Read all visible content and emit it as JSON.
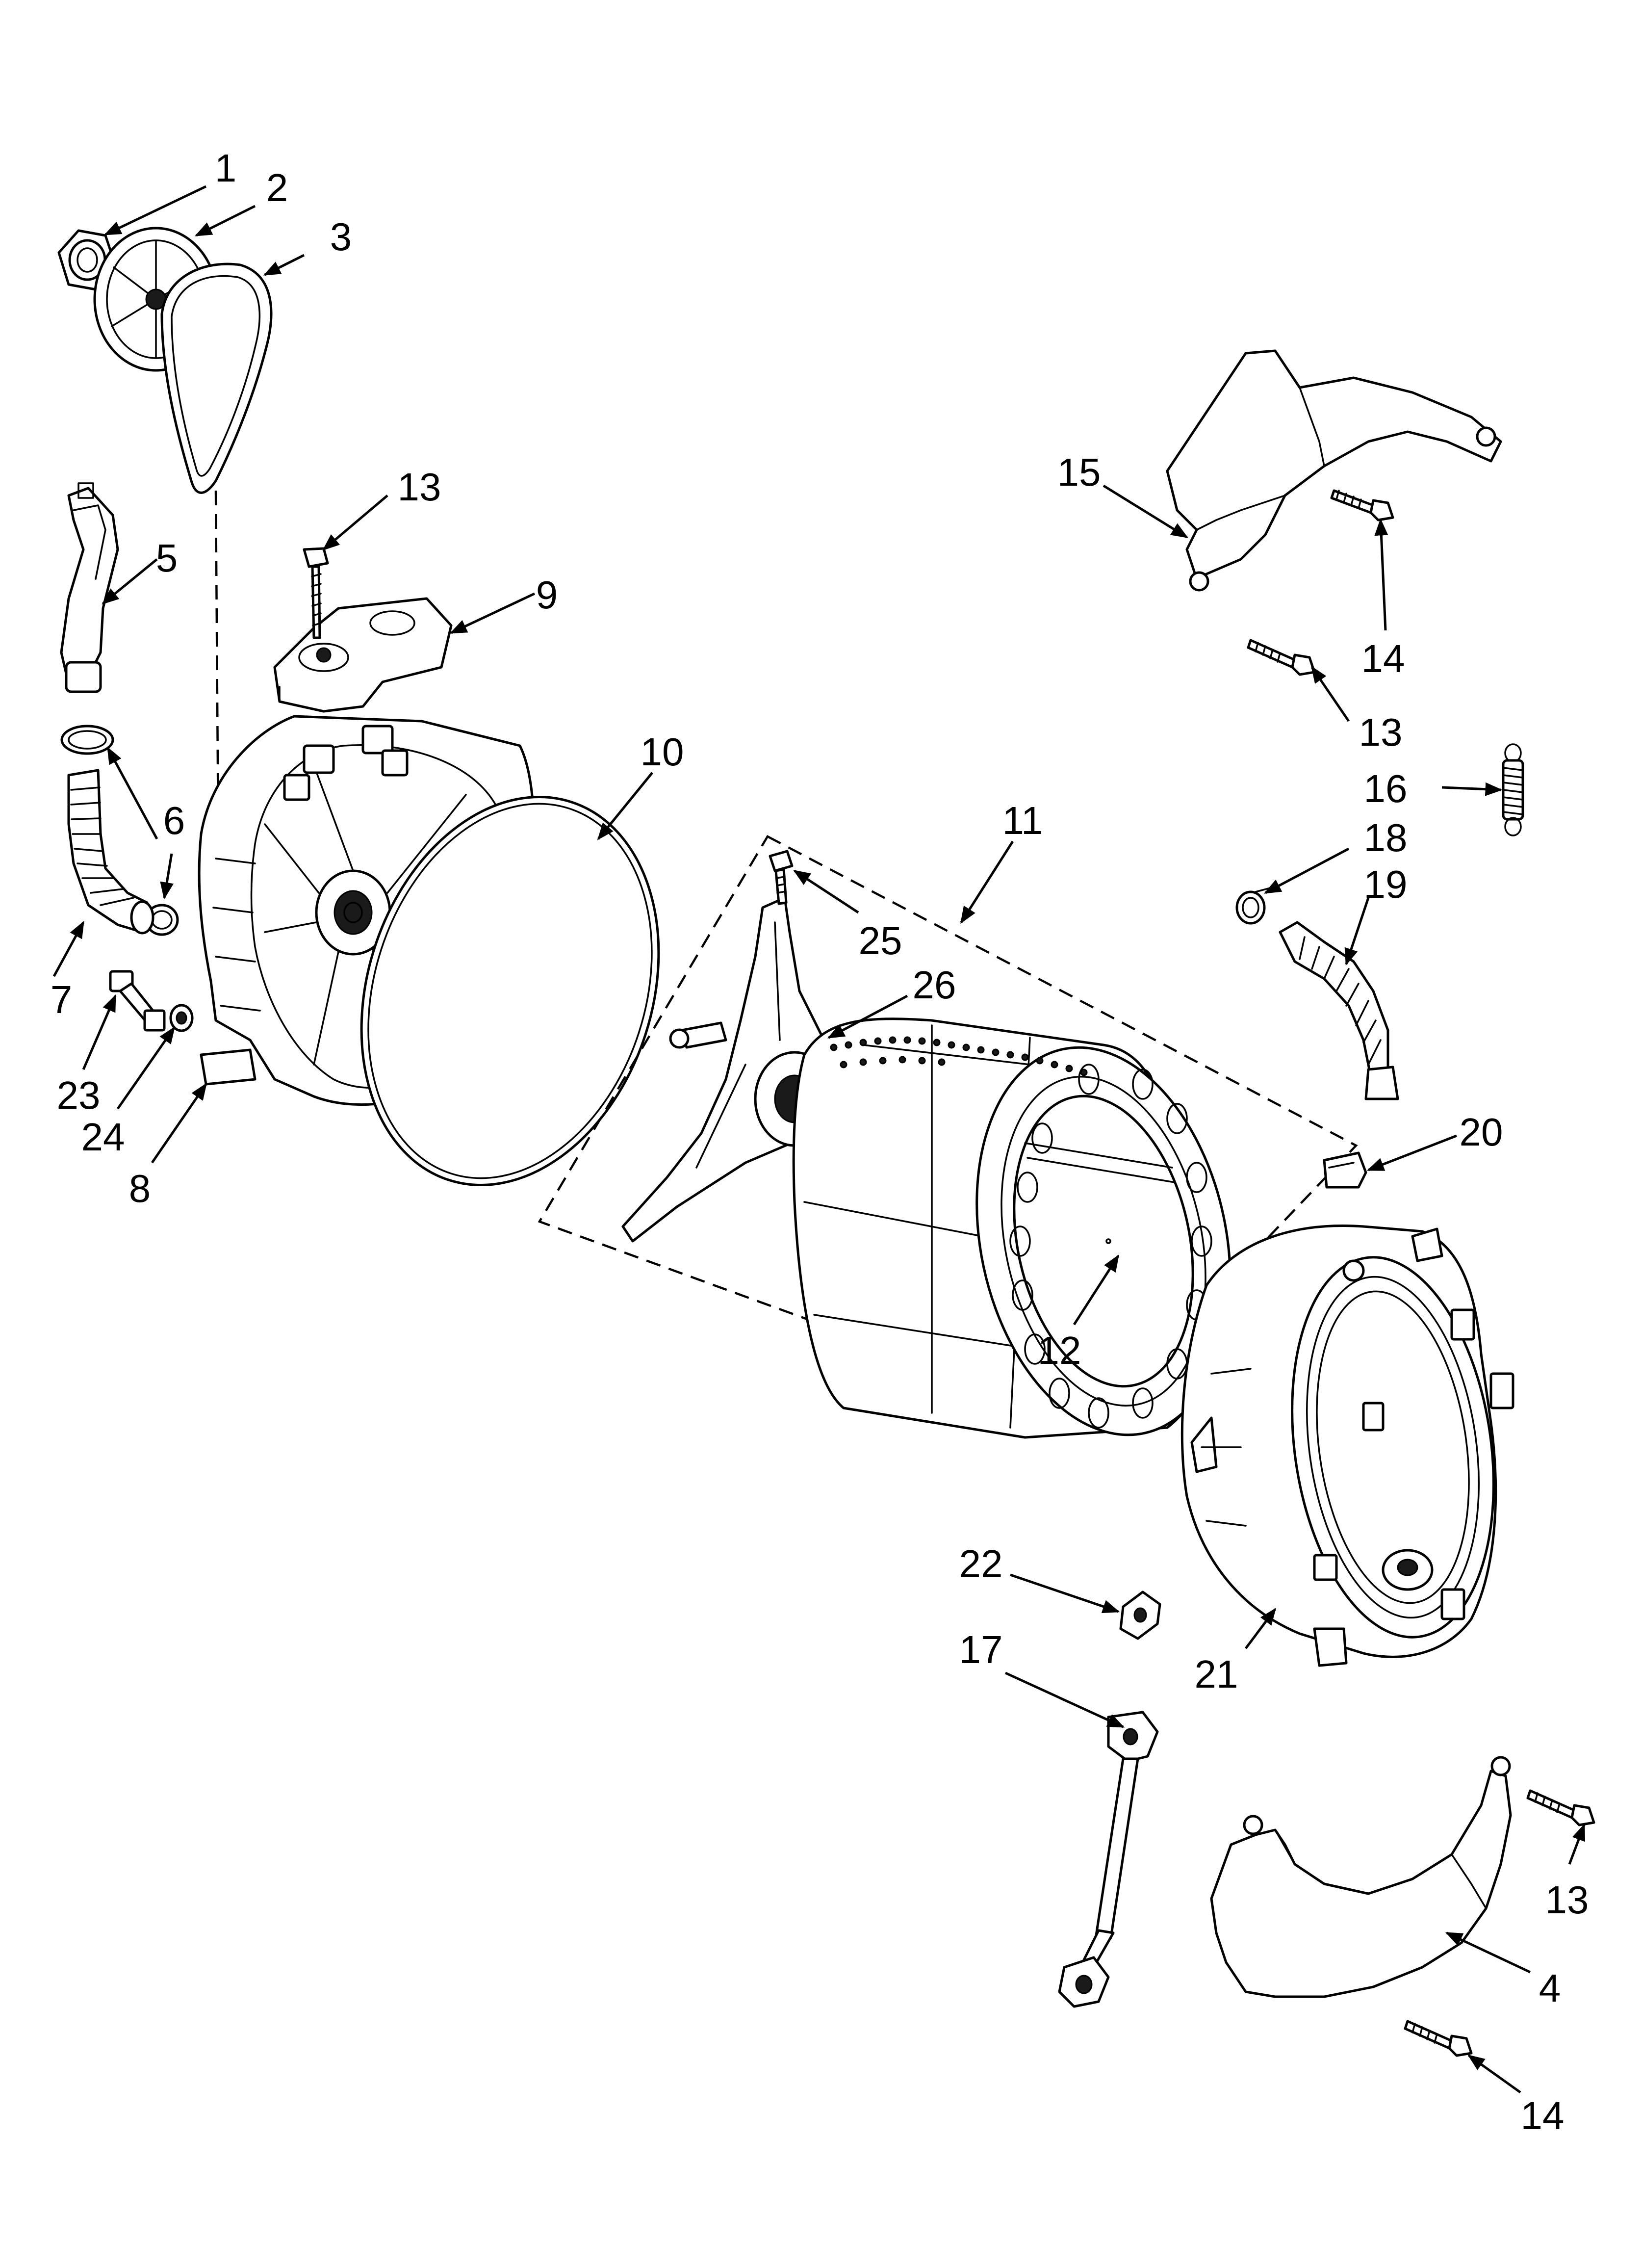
{
  "colors": {
    "line": "#000000",
    "background": "#ffffff",
    "shade": "#f2f2f2"
  },
  "callouts": [
    {
      "id": "c1",
      "label": "1"
    },
    {
      "id": "c2",
      "label": "2"
    },
    {
      "id": "c3",
      "label": "3"
    },
    {
      "id": "c4",
      "label": "4"
    },
    {
      "id": "c5",
      "label": "5"
    },
    {
      "id": "c6",
      "label": "6"
    },
    {
      "id": "c7",
      "label": "7"
    },
    {
      "id": "c8",
      "label": "8"
    },
    {
      "id": "c9",
      "label": "9"
    },
    {
      "id": "c10",
      "label": "10"
    },
    {
      "id": "c11",
      "label": "11"
    },
    {
      "id": "c12",
      "label": "12"
    },
    {
      "id": "c13a",
      "label": "13"
    },
    {
      "id": "c13b",
      "label": "13"
    },
    {
      "id": "c13c",
      "label": "13"
    },
    {
      "id": "c14a",
      "label": "14"
    },
    {
      "id": "c14b",
      "label": "14"
    },
    {
      "id": "c15",
      "label": "15"
    },
    {
      "id": "c16",
      "label": "16"
    },
    {
      "id": "c17",
      "label": "17"
    },
    {
      "id": "c18",
      "label": "18"
    },
    {
      "id": "c19",
      "label": "19"
    },
    {
      "id": "c20",
      "label": "20"
    },
    {
      "id": "c21",
      "label": "21"
    },
    {
      "id": "c22",
      "label": "22"
    },
    {
      "id": "c23",
      "label": "23"
    },
    {
      "id": "c24",
      "label": "24"
    },
    {
      "id": "c25",
      "label": "25"
    },
    {
      "id": "c26",
      "label": "26"
    }
  ]
}
